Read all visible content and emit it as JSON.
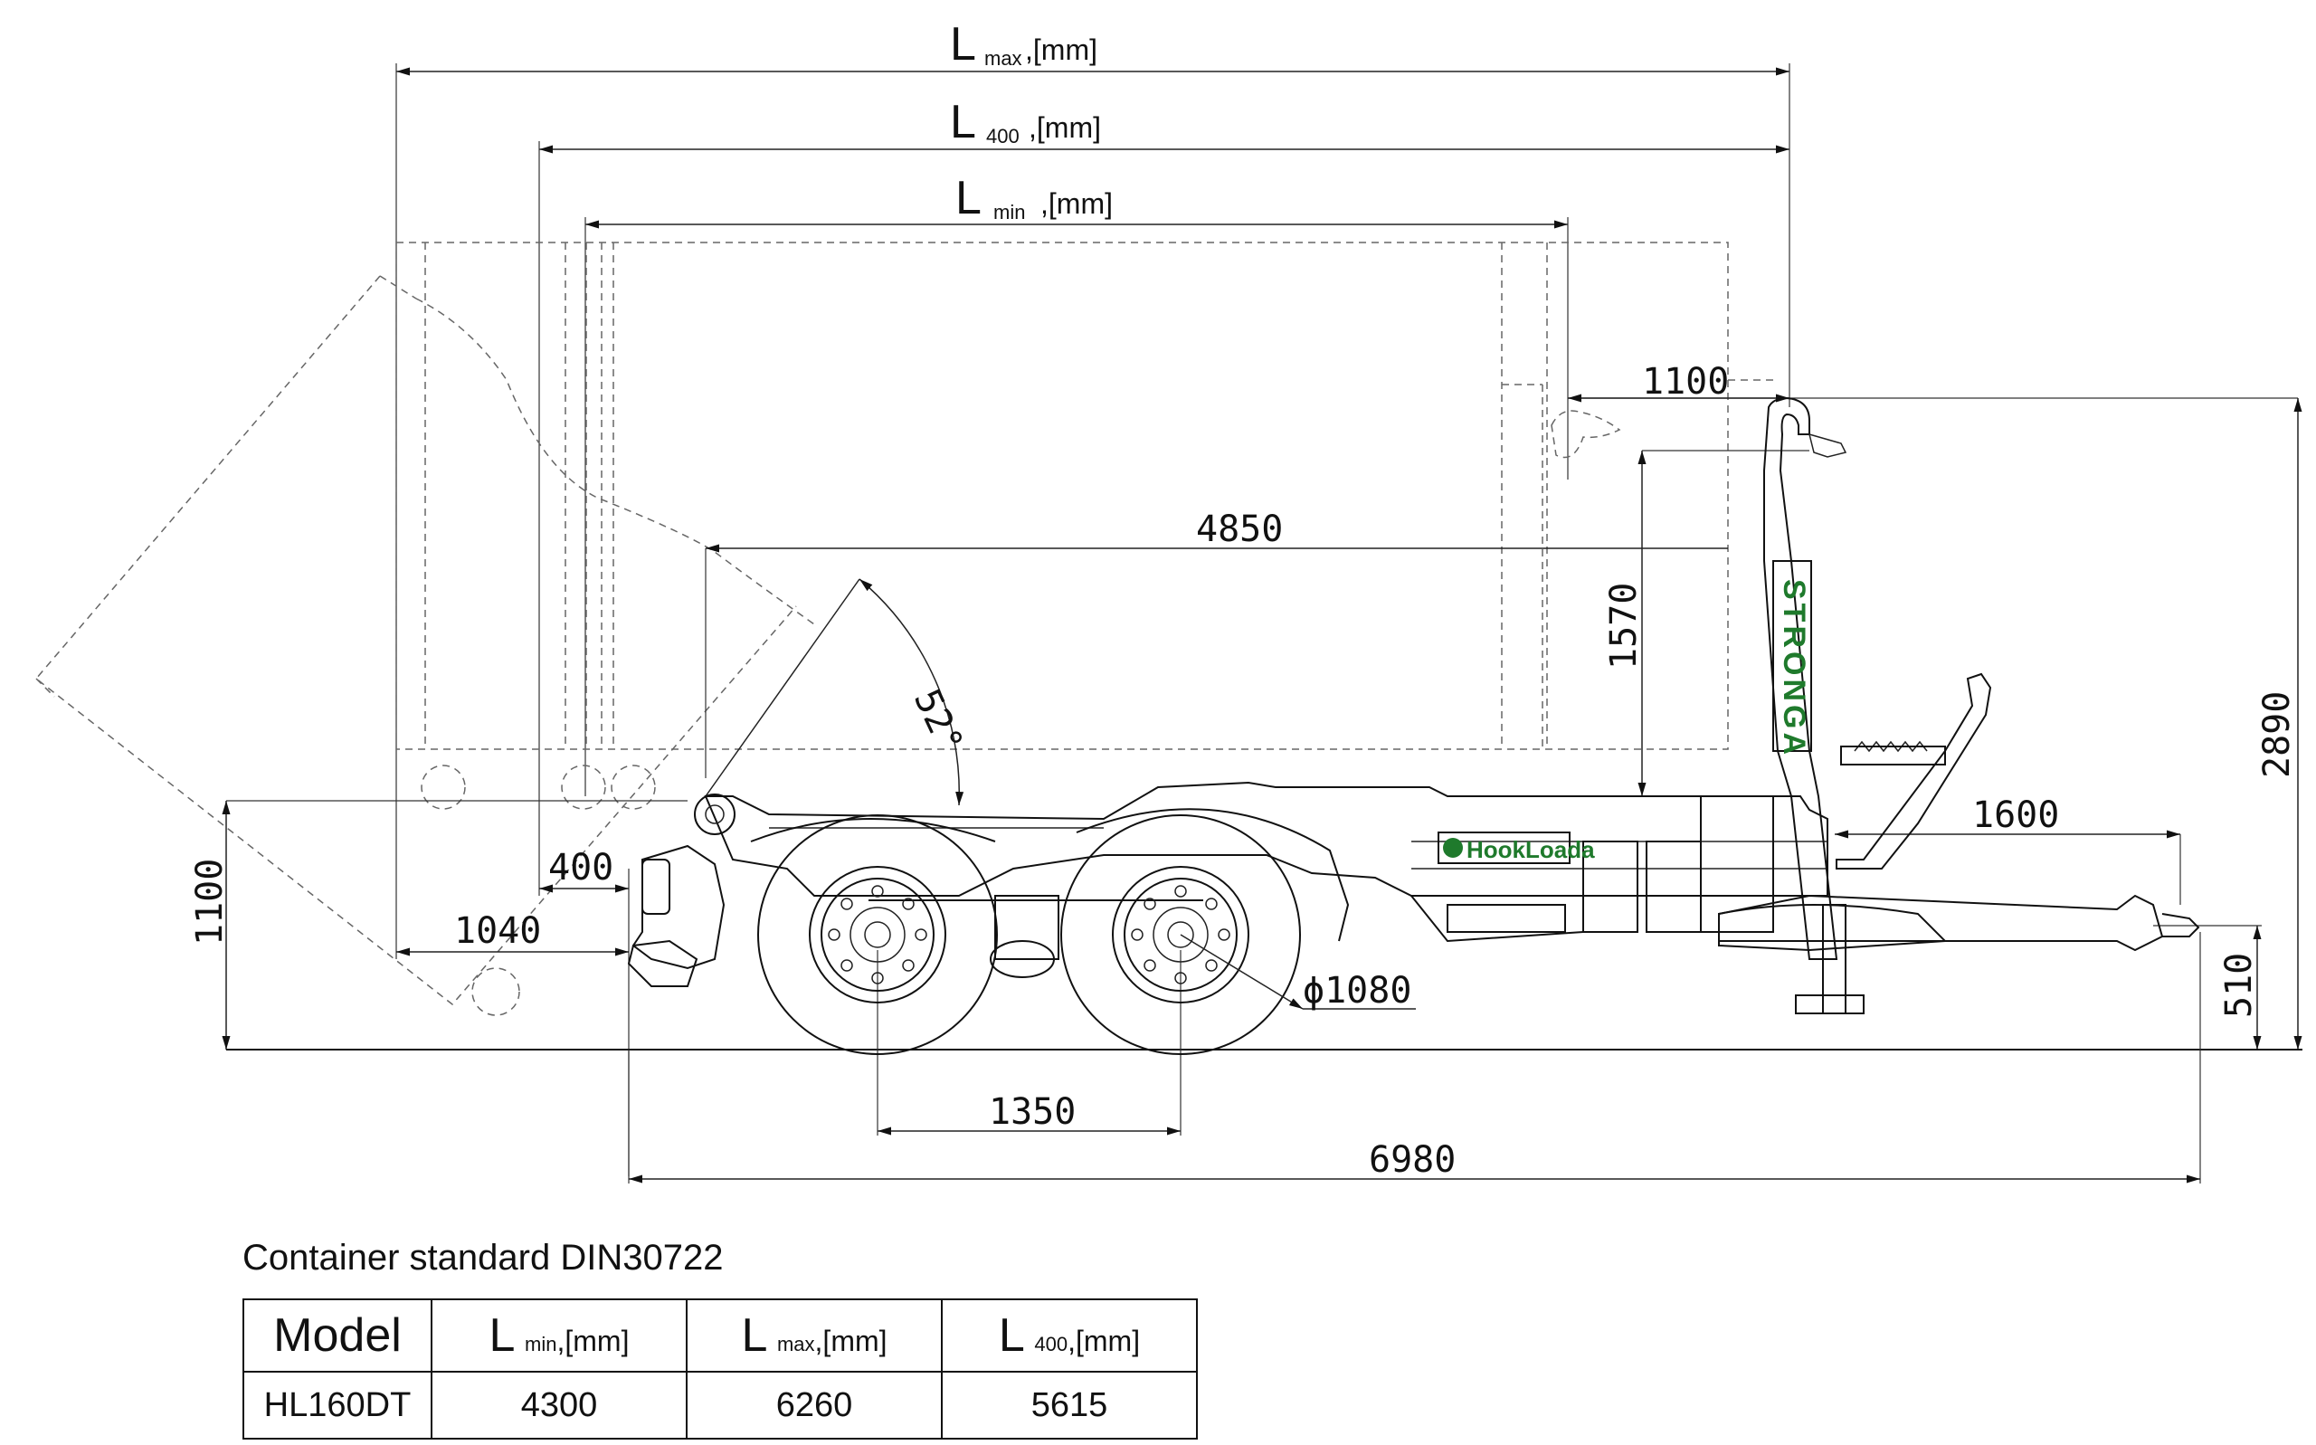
{
  "dimensions": {
    "l_max": {
      "L": "L",
      "sub": "max",
      "unit": ",[mm]"
    },
    "l_400": {
      "L": "L",
      "sub": "400",
      "unit": ",[mm]"
    },
    "l_min": {
      "L": "L",
      "sub": "min",
      "unit": ",[mm]"
    },
    "d_1100_top": "1100",
    "d_4850": "4850",
    "d_52": "52°",
    "d_1570": "1570",
    "d_2890": "2890",
    "d_1600": "1600",
    "d_1100_left": "1100",
    "d_400": "400",
    "d_1040": "1040",
    "d_1080": "ϕ1080",
    "d_510": "510",
    "d_1350": "1350",
    "d_6980": "6980"
  },
  "labels": {
    "brand_stronga": "STRONGA",
    "brand_hookloada": "HookLoada"
  },
  "table": {
    "caption": "Container standard DIN30722",
    "header_model": "Model",
    "cols": [
      {
        "L": "L",
        "sub": "min",
        "unit": ",[mm]"
      },
      {
        "L": "L",
        "sub": "max",
        "unit": ",[mm]"
      },
      {
        "L": "L",
        "sub": "400",
        "unit": ",[mm]"
      }
    ],
    "row": {
      "model": "HL160DT",
      "l_min": "4300",
      "l_max": "6260",
      "l_400": "5615"
    }
  },
  "colors": {
    "brand_green": "#1f7a2c",
    "line": "#111111"
  }
}
